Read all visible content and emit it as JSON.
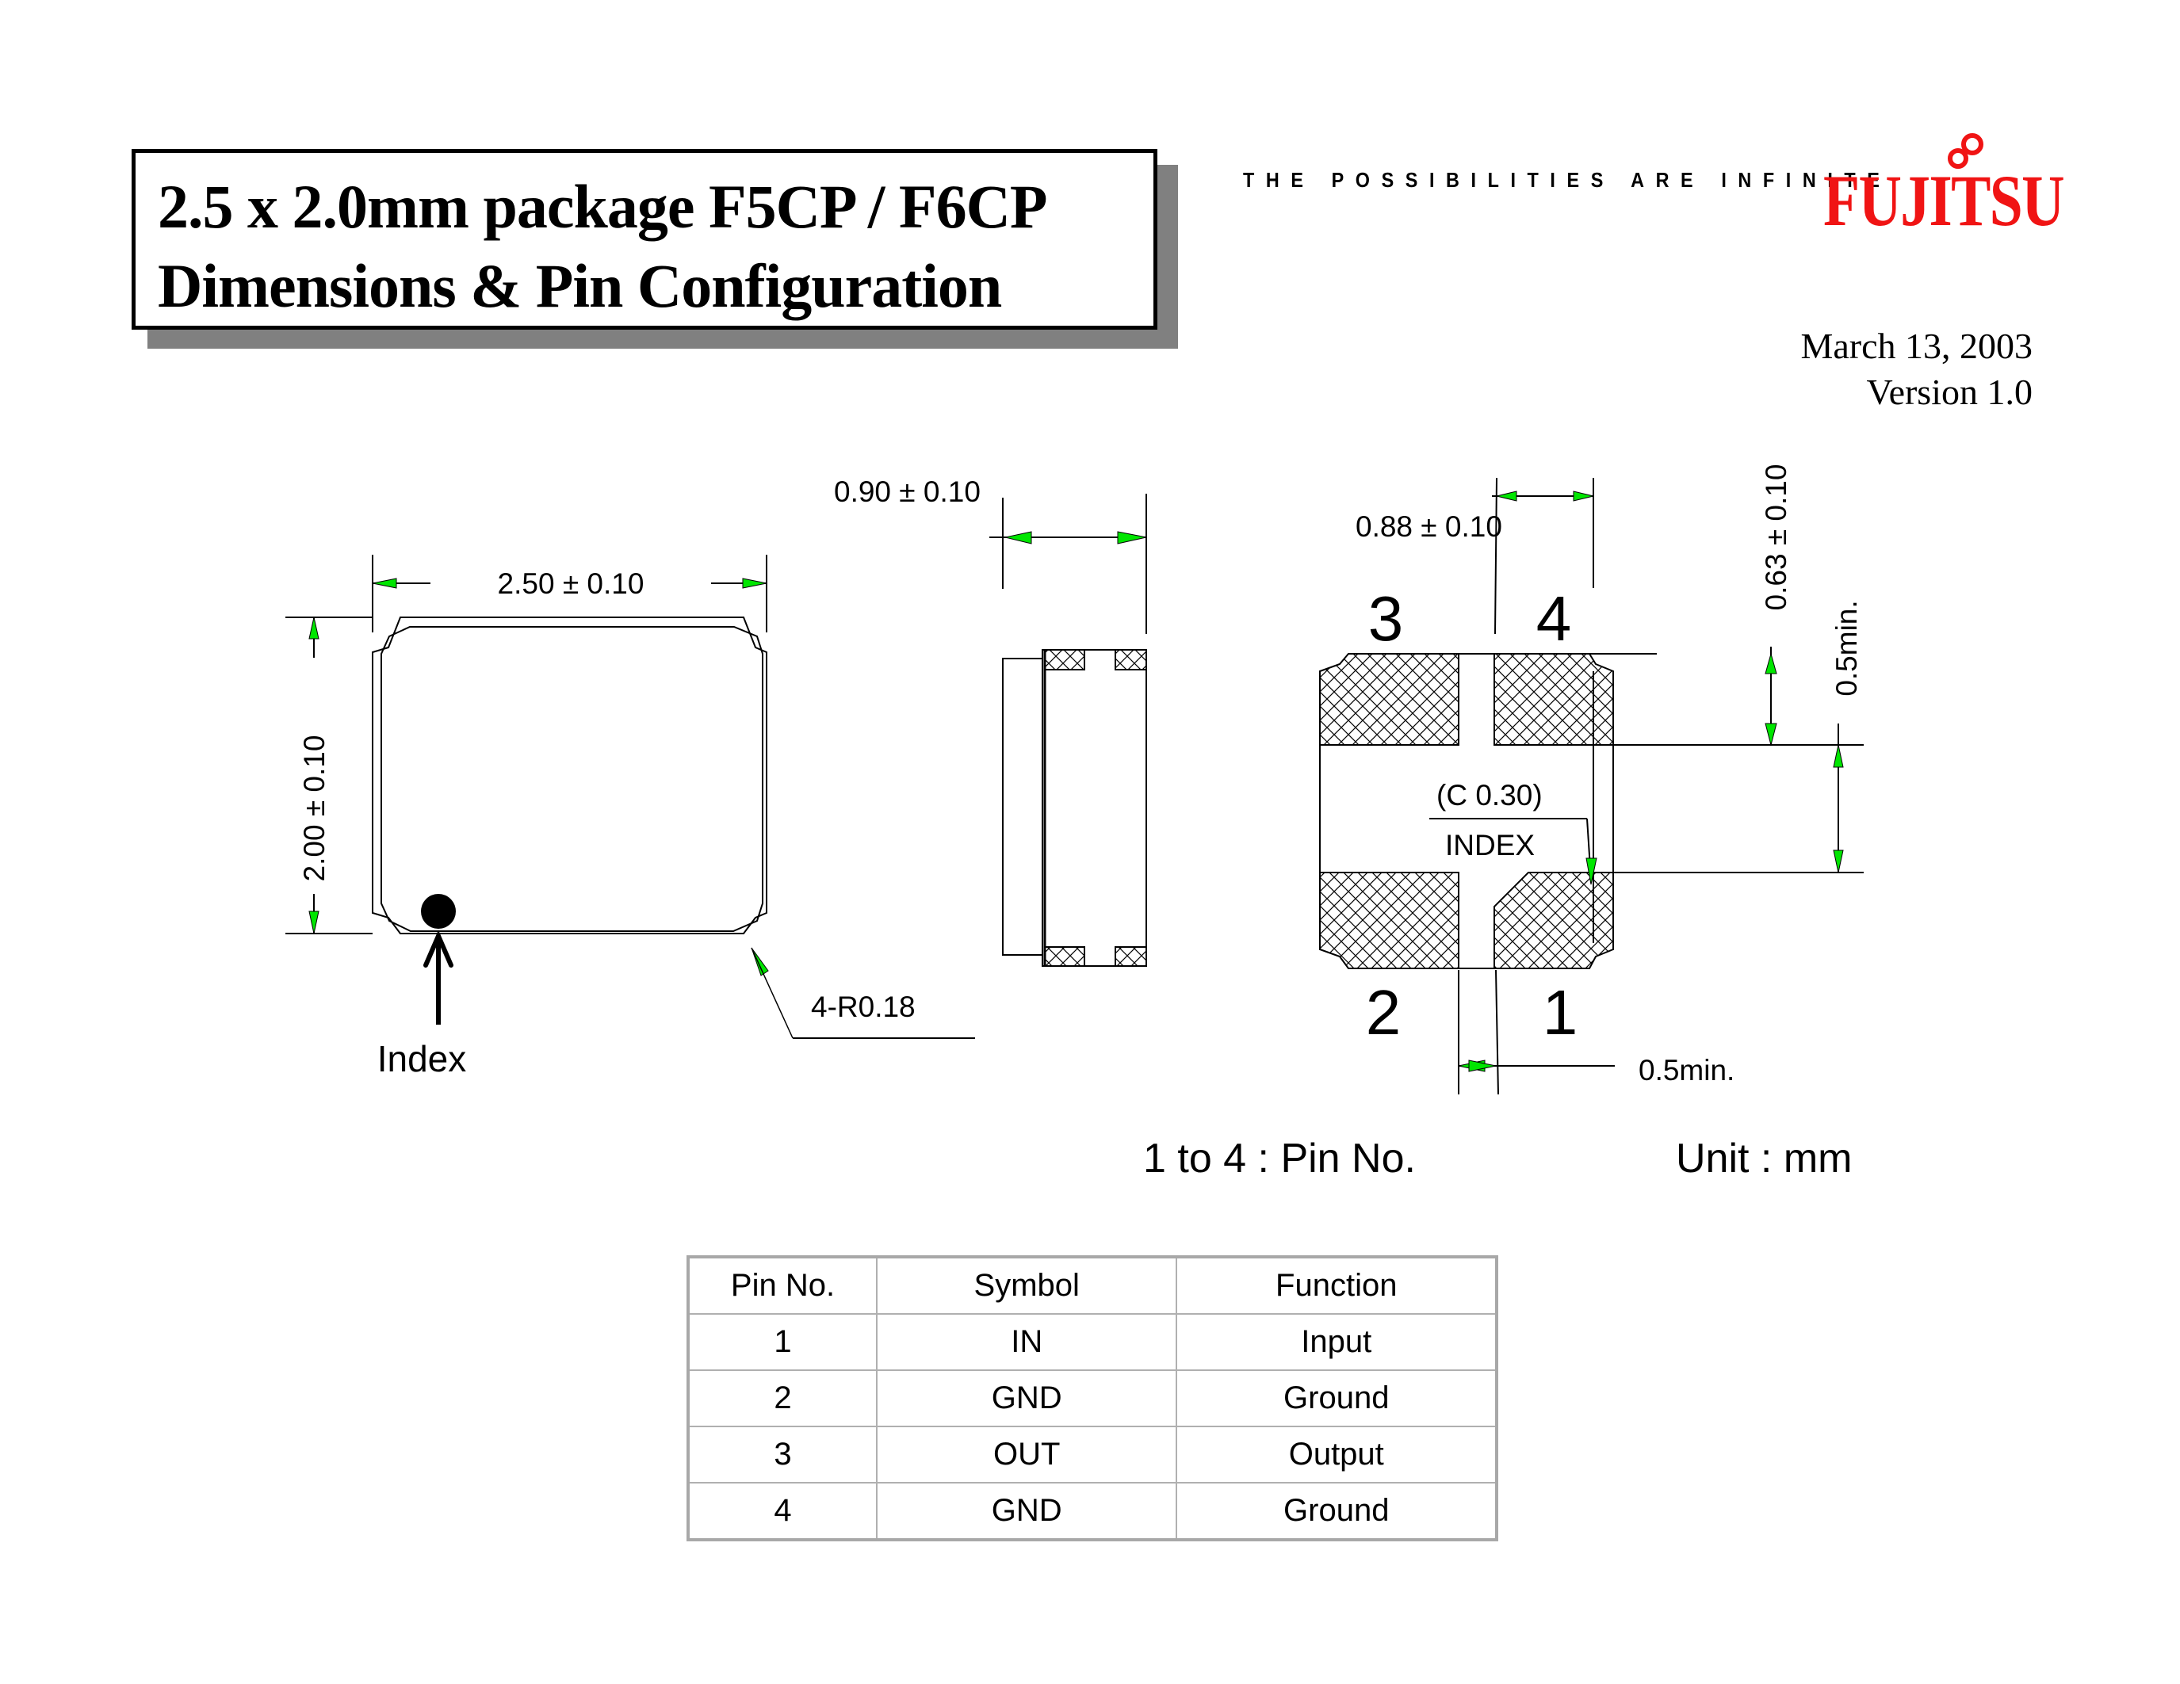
{
  "header": {
    "title_line1": "2.5 x 2.0mm package F5CP / F6CP",
    "title_line2": "Dimensions & Pin Configuration",
    "tagline": "THE POSSIBILITIES ARE INFINITE",
    "logo_text": "FUJITSU",
    "date": "March 13, 2003",
    "version": "Version 1.0",
    "brand_color": "#f01414"
  },
  "top_view": {
    "width_dim": "2.50 ± 0.10",
    "height_dim": "2.00 ± 0.10",
    "index_label": "Index",
    "corner_radius_label": "4-R0.18"
  },
  "side_view": {
    "thickness_dim": "0.90 ± 0.10"
  },
  "bottom_view": {
    "pad_width_dim": "0.88 ± 0.10",
    "pad_height_dim": "0.63 ± 0.10",
    "vertical_gap_dim": "0.5min.",
    "horizontal_gap_dim": "0.5min.",
    "index_chamfer": "(C  0.30)",
    "index_label": "INDEX",
    "pin_labels": {
      "p1": "1",
      "p2": "2",
      "p3": "3",
      "p4": "4"
    }
  },
  "legend": {
    "pin_note": "1 to 4 : Pin No.",
    "unit_note": "Unit : mm"
  },
  "pin_table": {
    "headers": [
      "Pin No.",
      "Symbol",
      "Function"
    ],
    "rows": [
      [
        "1",
        "IN",
        "Input"
      ],
      [
        "2",
        "GND",
        "Ground"
      ],
      [
        "3",
        "OUT",
        "Output"
      ],
      [
        "4",
        "GND",
        "Ground"
      ]
    ]
  },
  "colors": {
    "arrow_fill": "#00e600",
    "line": "#000000",
    "table_border": "#a8a8a8",
    "title_shadow": "#808080"
  }
}
